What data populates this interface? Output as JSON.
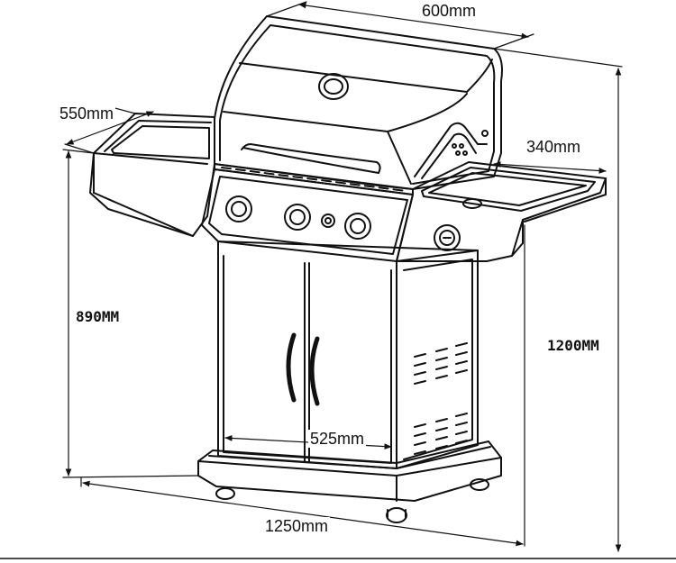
{
  "dimensions": {
    "lid_width": "600mm",
    "side_shelf_left": "550mm",
    "side_shelf_right": "340mm",
    "cooking_height": "890MM",
    "total_height": "1200MM",
    "cabinet_width": "525mm",
    "total_width": "1250mm"
  },
  "colors": {
    "line": "#111111",
    "background": "#ffffff"
  }
}
